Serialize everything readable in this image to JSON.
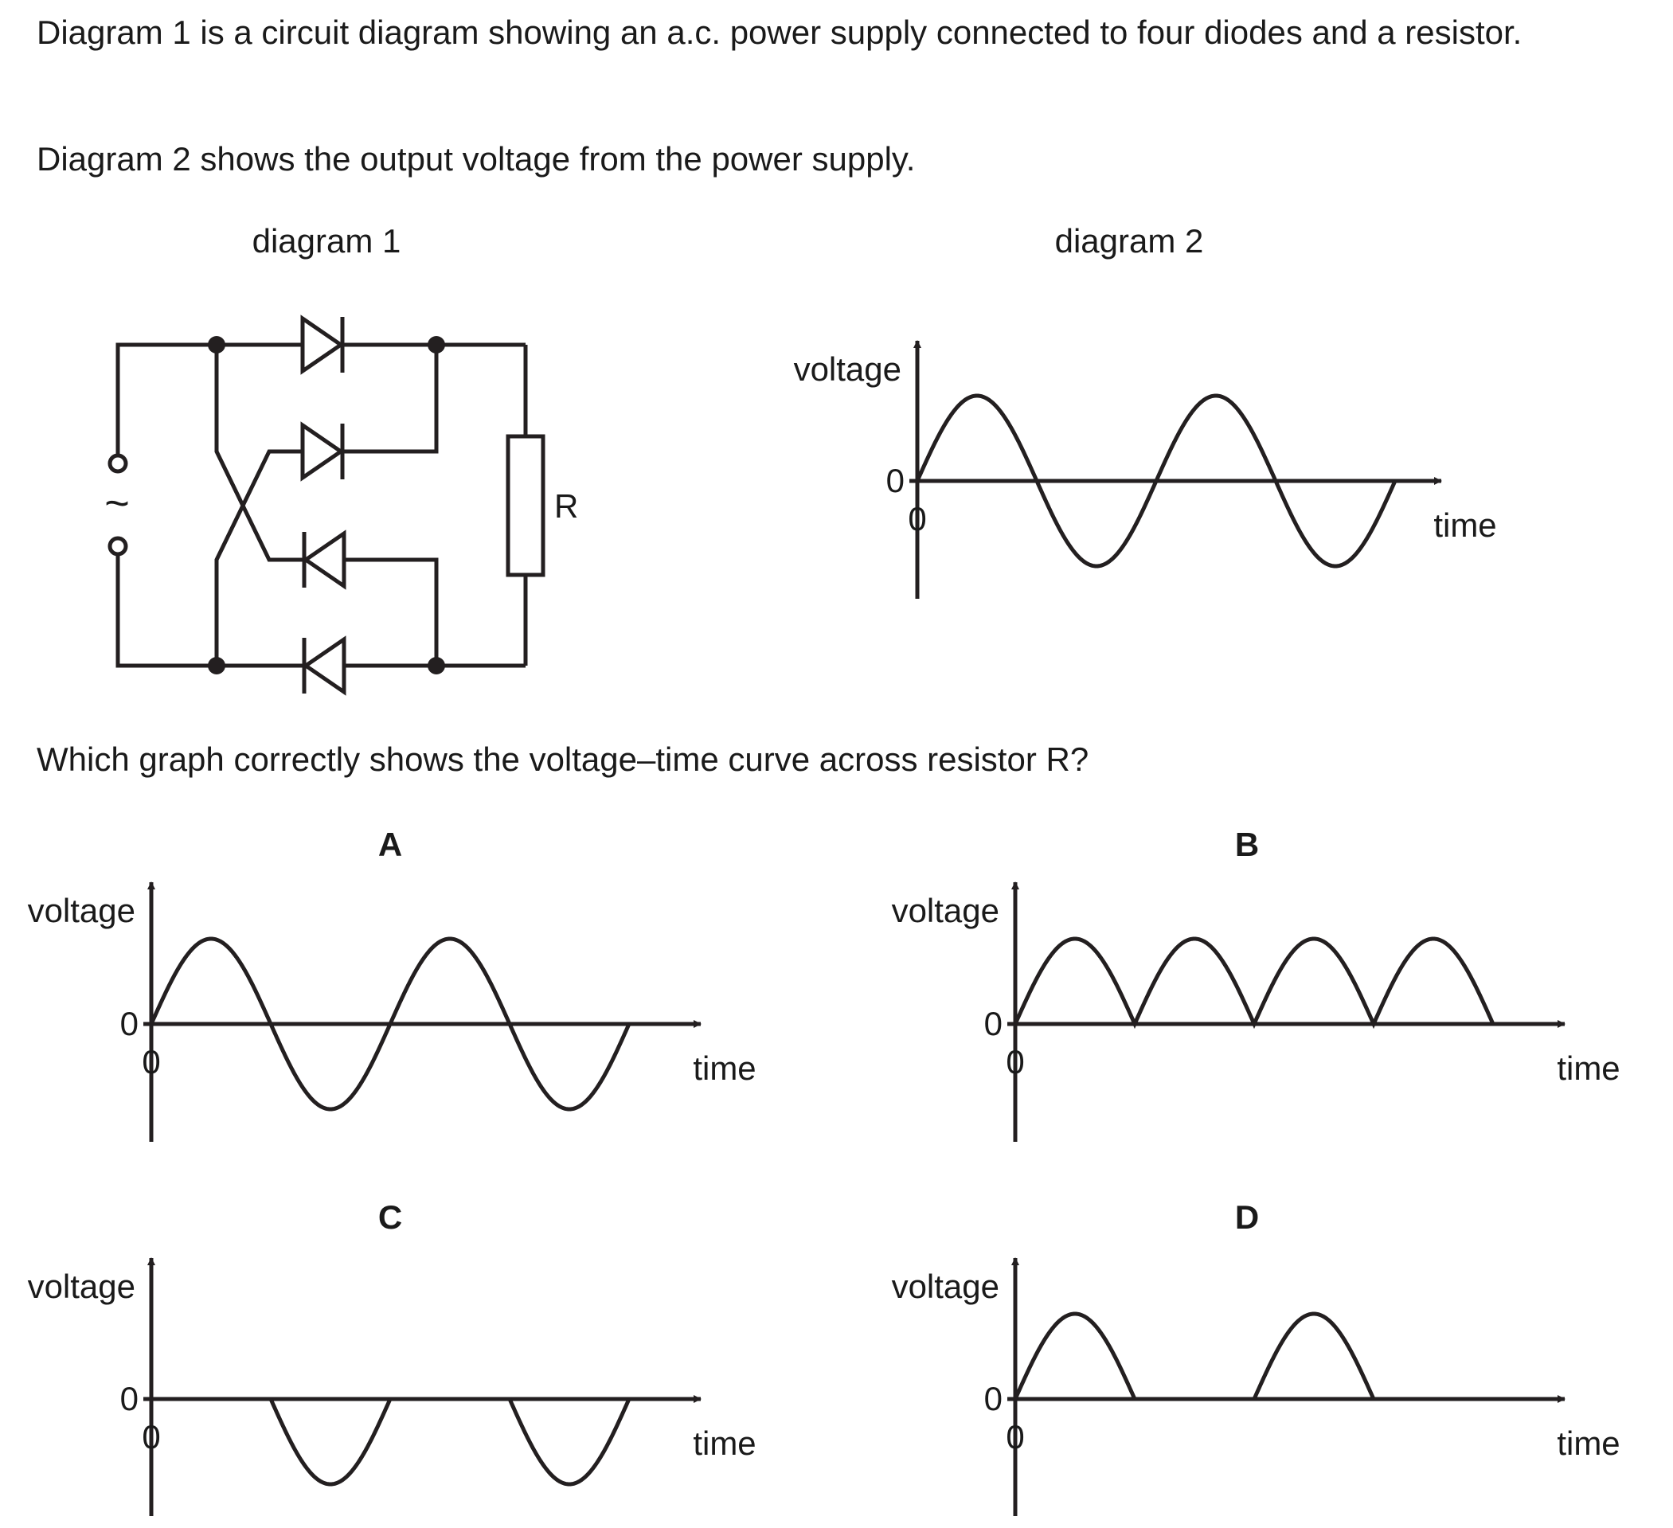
{
  "text": {
    "intro_1": "Diagram 1 is a circuit diagram showing an a.c. power supply connected to four diodes and a resistor.",
    "intro_2": "Diagram 2 shows the output voltage from the power supply.",
    "question": "Which graph correctly shows the voltage–time curve across resistor R?"
  },
  "diagram1": {
    "title": "diagram 1",
    "resistor_label": "R",
    "ac_symbol": "~"
  },
  "diagram2": {
    "title": "diagram 2",
    "y_label": "voltage",
    "x_label": "time",
    "y_zero": "0",
    "x_zero": "0",
    "waveform": "sine",
    "cycles": 2
  },
  "options": [
    {
      "letter": "A",
      "y_label": "voltage",
      "x_label": "time",
      "y_zero": "0",
      "x_zero": "0",
      "waveform": "sine",
      "cycles": 2
    },
    {
      "letter": "B",
      "y_label": "voltage",
      "x_label": "time",
      "y_zero": "0",
      "x_zero": "0",
      "waveform": "full-wave-rectified",
      "cycles": 2
    },
    {
      "letter": "C",
      "y_label": "voltage",
      "x_label": "time",
      "y_zero": "0",
      "x_zero": "0",
      "waveform": "negative-half-wave",
      "cycles": 2
    },
    {
      "letter": "D",
      "y_label": "voltage",
      "x_label": "time",
      "y_zero": "0",
      "x_zero": "0",
      "waveform": "positive-half-wave",
      "cycles": 2
    }
  ],
  "colors": {
    "ink": "#231f20",
    "background": "#ffffff"
  }
}
